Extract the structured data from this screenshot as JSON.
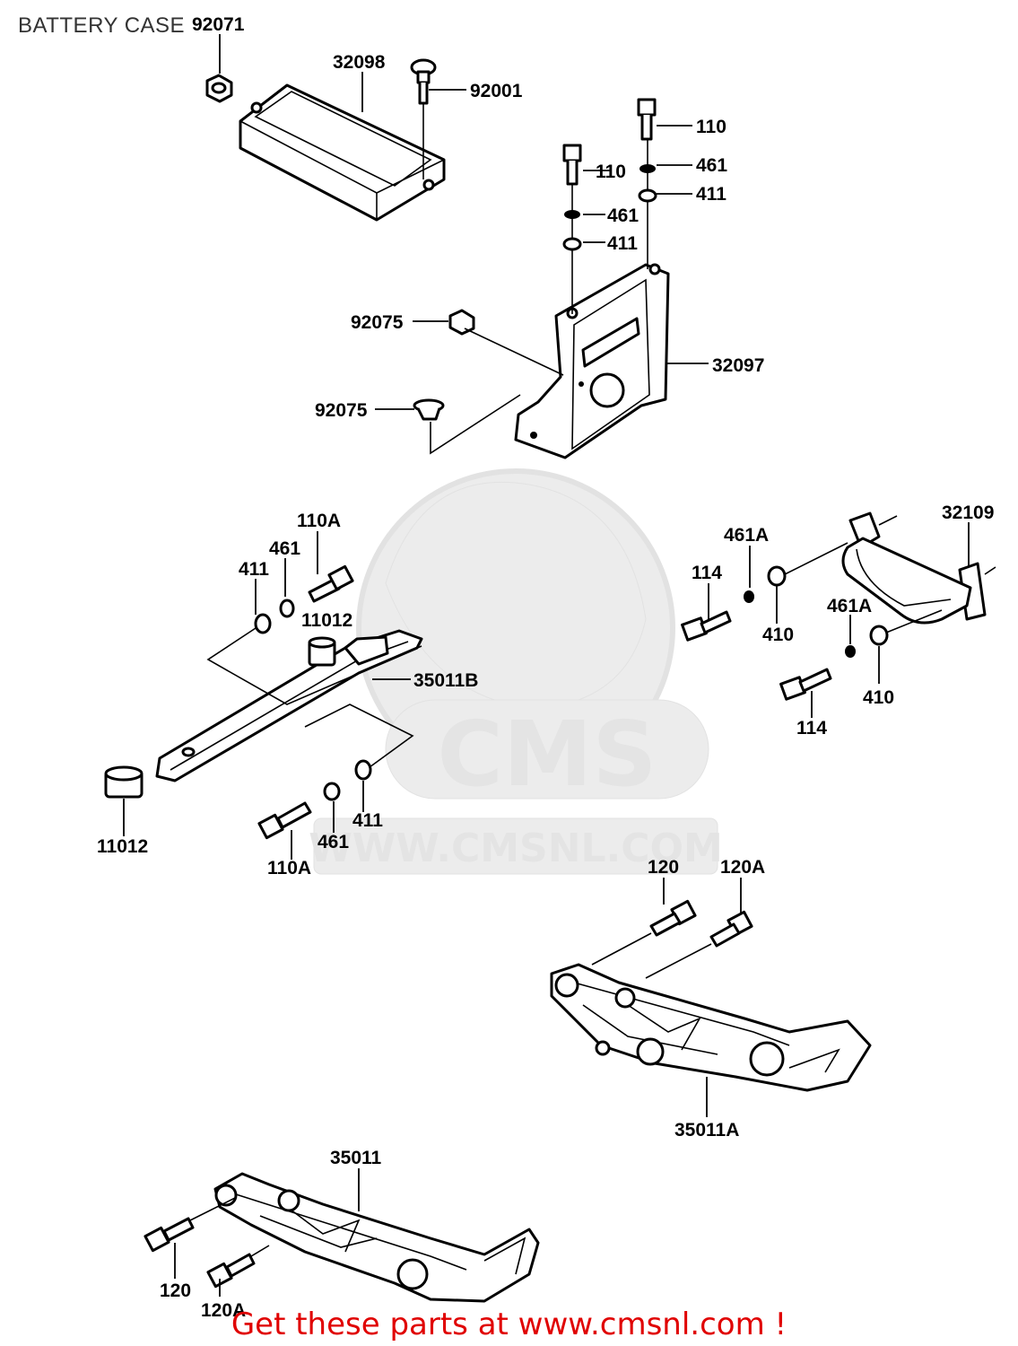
{
  "title": "BATTERY CASE",
  "footer": "Get these parts at www.cmsnl.com !",
  "watermark": {
    "logo_text": "CMS",
    "url_text": "WWW.CMSNL.COM"
  },
  "colors": {
    "footer": "#e00000",
    "watermark": "#e4e4e4",
    "line": "#000000"
  },
  "labels": {
    "l92071": "92071",
    "l32098": "32098",
    "l92001": "92001",
    "l110a": "110",
    "l461a": "461",
    "l411a": "411",
    "l110b": "110",
    "l461b": "461",
    "l411b": "411",
    "l92075a": "92075",
    "l32097": "32097",
    "l92075b": "92075",
    "l110A_top": "110A",
    "l461_left_top": "461",
    "l411_left_top": "411",
    "l11012_top": "11012",
    "l35011B": "35011B",
    "l11012_bottom": "11012",
    "l110A_bottom": "110A",
    "l461_left_bottom": "461",
    "l411_left_bottom": "411",
    "l32109": "32109",
    "l461A_top": "461A",
    "l114_top": "114",
    "l410_top": "410",
    "l461A_bottom": "461A",
    "l114_bottom": "114",
    "l410_bottom": "410",
    "l120_mid": "120",
    "l120A_mid": "120A",
    "l35011A": "35011A",
    "l35011": "35011",
    "l120_bottom": "120",
    "l120A_bottom": "120A"
  }
}
